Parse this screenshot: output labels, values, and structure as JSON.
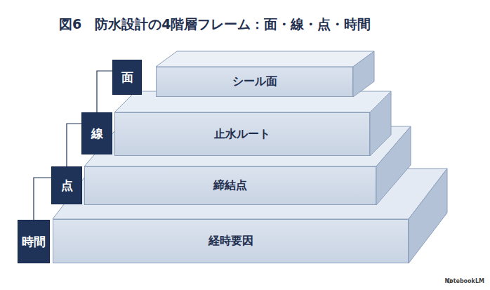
{
  "diagram": {
    "title": "図6　防水設計の4階層フレーム：面・線・点・時間",
    "nodes": [
      {
        "text": [
          "面"
        ]
      },
      {
        "text": [
          "シール面"
        ]
      },
      {
        "text": [
          "線"
        ]
      },
      {
        "text": [
          "止水ルート"
        ]
      },
      {
        "text": [
          "点"
        ]
      },
      {
        "text": [
          "締結点"
        ]
      },
      {
        "text": [
          "時間"
        ]
      },
      {
        "text": [
          "経時要因"
        ]
      }
    ],
    "edges": [
      {
        "from": 0,
        "to": 2,
        "arrow": "none"
      },
      {
        "from": 2,
        "to": 4,
        "arrow": "none"
      },
      {
        "from": 4,
        "to": 6,
        "arrow": "none"
      }
    ],
    "labels": [
      "NotebookLM"
    ]
  }
}
